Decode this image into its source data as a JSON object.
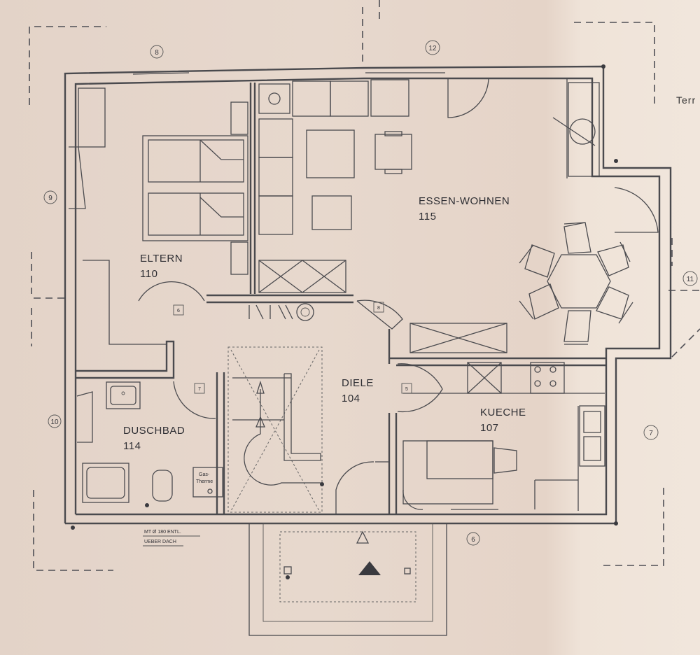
{
  "rooms": [
    {
      "name": "ELTERN",
      "number": "110"
    },
    {
      "name": "ESSEN-WOHNEN",
      "number": "115"
    },
    {
      "name": "DIELE",
      "number": "104"
    },
    {
      "name": "KUECHE",
      "number": "107"
    },
    {
      "name": "DUSCHBAD",
      "number": "114"
    }
  ],
  "axis_markers": [
    "8",
    "12",
    "9",
    "11",
    "10",
    "7",
    "6"
  ],
  "door_tags": [
    "6",
    "8",
    "7",
    "5"
  ],
  "fixtures": {
    "gas_therme_line1": "Gas-",
    "gas_therme_line2": "Therme"
  },
  "notes": {
    "chimney_line1": "MT Ø 180 ENTL.",
    "chimney_line2": "UEBER DACH"
  },
  "edge_label": "Terr"
}
